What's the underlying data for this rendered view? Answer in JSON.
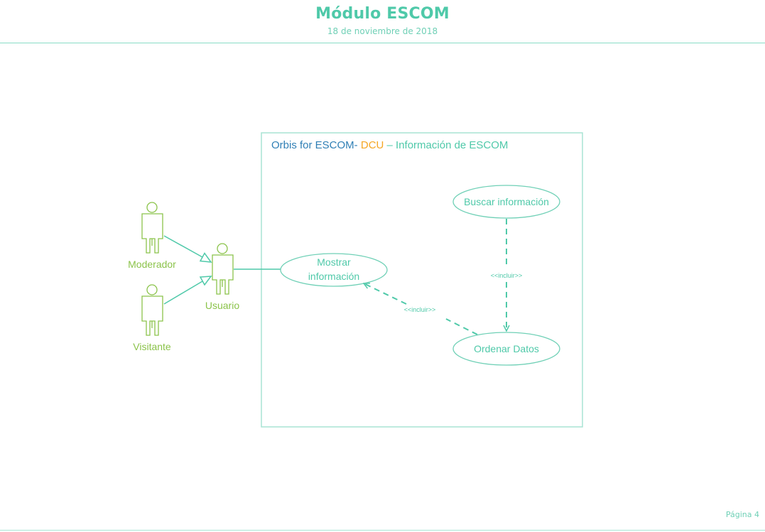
{
  "header": {
    "title": "Módulo ESCOM",
    "date": "18 de noviembre de 2018"
  },
  "footer": {
    "page_number": "Página 4"
  },
  "diagram": {
    "system_title": {
      "part1": "Orbis for ESCOM-",
      "part2": " DCU",
      "part3": " – Información de ESCOM"
    },
    "actors": {
      "moderador": "Moderador",
      "visitante": "Visitante",
      "usuario": "Usuario"
    },
    "use_cases": {
      "mostrar_line1": "Mostrar",
      "mostrar_line2": "información",
      "buscar": "Buscar información",
      "ordenar": "Ordenar Datos"
    },
    "relations": {
      "include_buscar_ordenar": "<<incluir>>",
      "include_ordenar_mostrar": "<<incluir>>"
    },
    "colors": {
      "accent": "#4fc9a9",
      "actor": "#8bc34a",
      "system_title_blue": "#2f7fb5",
      "system_title_orange": "#f5a623",
      "border": "#a8e4d4"
    }
  }
}
